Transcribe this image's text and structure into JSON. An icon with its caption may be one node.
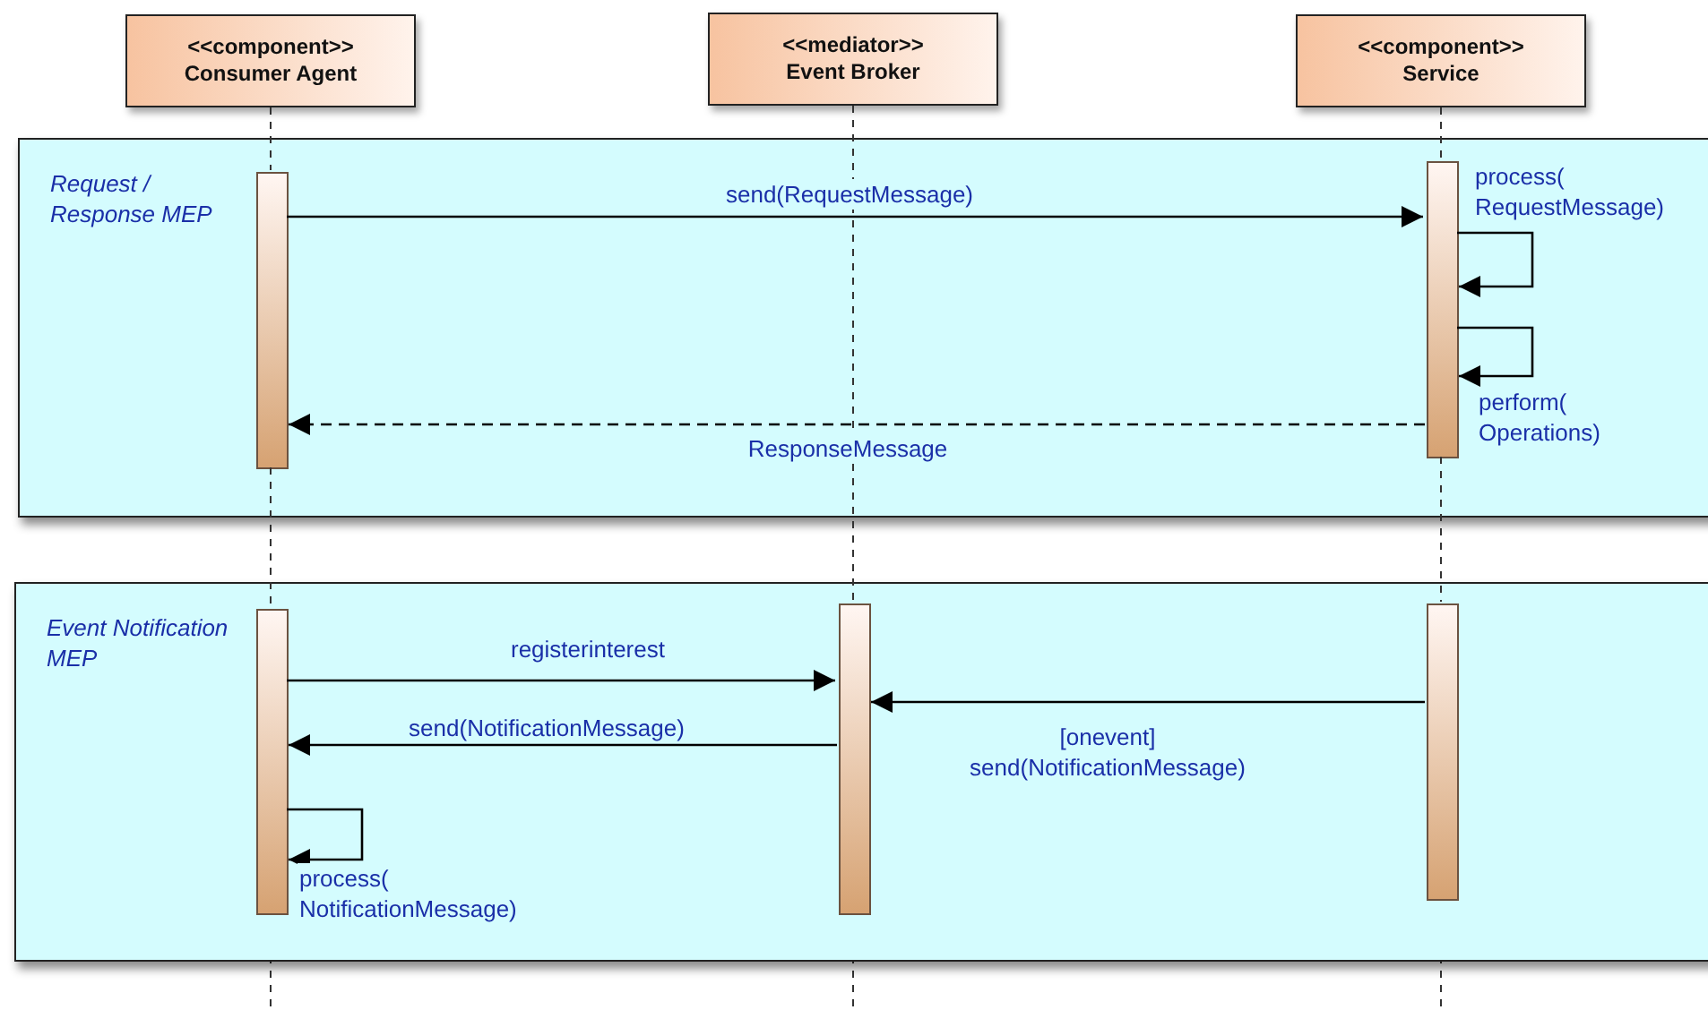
{
  "diagram": {
    "nodes": [
      {
        "text": [
          "<<component>>",
          "Consumer Agent"
        ]
      },
      {
        "text": [
          "<<mediator>>",
          "Event Broker"
        ]
      },
      {
        "text": [
          "<<component>>",
          "Service"
        ]
      },
      {
        "text": [
          "Request / Response MEP"
        ]
      },
      {
        "text": [],
        "shape": "bar",
        "in": 3
      },
      {
        "text": [],
        "shape": "bar",
        "in": 3
      },
      {
        "text": [
          "Event Notification MEP"
        ]
      },
      {
        "text": [],
        "shape": "bar",
        "in": 6
      },
      {
        "text": [],
        "shape": "bar",
        "in": 6
      },
      {
        "text": [],
        "shape": "bar",
        "in": 6
      }
    ],
    "edges": [
      {
        "from": 0,
        "to": 4,
        "arrow": "none",
        "style": "dashed"
      },
      {
        "from": 4,
        "to": 7,
        "arrow": "none",
        "style": "dashed"
      },
      {
        "from": 1,
        "to": 8,
        "arrow": "none",
        "style": "dashed"
      },
      {
        "from": 2,
        "to": 5,
        "arrow": "none",
        "style": "dashed"
      },
      {
        "from": 5,
        "to": 9,
        "arrow": "none",
        "style": "dashed"
      },
      {
        "from": 4,
        "to": 5,
        "arrow": "to",
        "label": "send(RequestMessage)"
      },
      {
        "from": 5,
        "to": 5,
        "arrow": "to",
        "label": "process( RequestMessage)"
      },
      {
        "from": 5,
        "to": 5,
        "arrow": "to",
        "label": "perform( Operations)"
      },
      {
        "from": 5,
        "to": 4,
        "arrow": "to",
        "style": "dashed",
        "label": "ResponseMessage"
      },
      {
        "from": 7,
        "to": 8,
        "arrow": "to",
        "label": "registerinterest"
      },
      {
        "from": 8,
        "to": 7,
        "arrow": "to",
        "label": "send(NotificationMessage)"
      },
      {
        "from": 9,
        "to": 8,
        "arrow": "to",
        "label": "[onevent] send(NotificationMessage)"
      },
      {
        "from": 7,
        "to": 7,
        "arrow": "to",
        "label": "process( NotificationMessage)"
      }
    ]
  }
}
